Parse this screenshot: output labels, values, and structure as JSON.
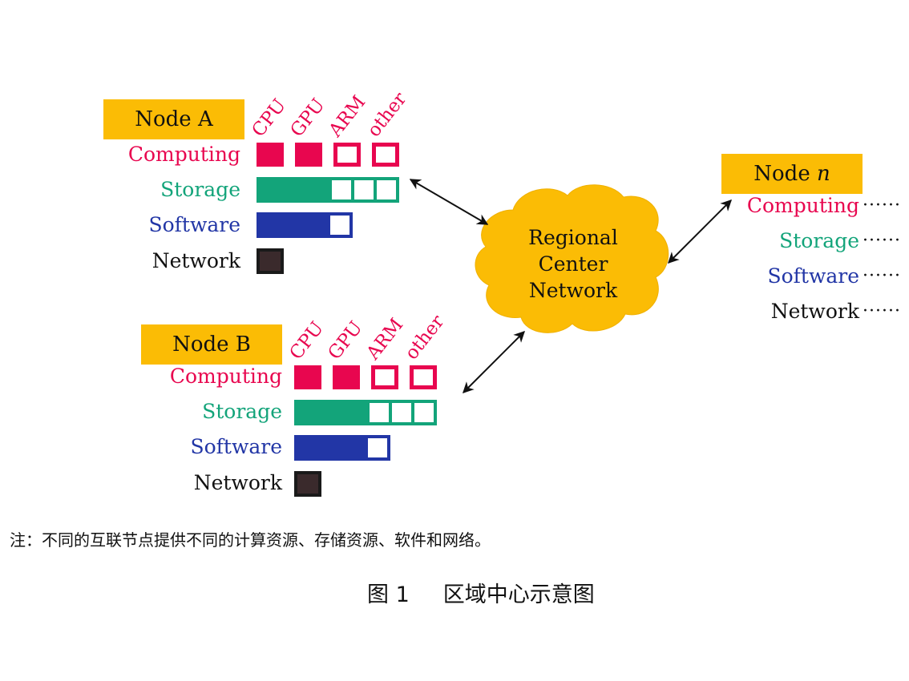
{
  "colors": {
    "node_title_bg": "#fbbc05",
    "computing": "#e8064f",
    "storage": "#13a47a",
    "software": "#2236a6",
    "network": "#111111",
    "cloud": "#fbbc05"
  },
  "column_labels": [
    "CPU",
    "GPU",
    "ARM",
    "other"
  ],
  "node_a": {
    "title": "Node A",
    "resources": {
      "computing": "Computing",
      "storage": "Storage",
      "software": "Software",
      "network": "Network"
    },
    "computing_slots": [
      "filled",
      "filled",
      "empty",
      "empty"
    ],
    "storage_empty_cells": 3,
    "software_empty_cells": 1
  },
  "node_b": {
    "title": "Node B",
    "resources": {
      "computing": "Computing",
      "storage": "Storage",
      "software": "Software",
      "network": "Network"
    },
    "computing_slots": [
      "filled",
      "filled",
      "empty",
      "empty"
    ],
    "storage_empty_cells": 3,
    "software_empty_cells": 1
  },
  "node_n": {
    "title_prefix": "Node ",
    "title_var": "n",
    "resources": {
      "computing": "Computing",
      "storage": "Storage",
      "software": "Software",
      "network": "Network"
    },
    "ellipsis": "······"
  },
  "cloud": {
    "line1": "Regional",
    "line2": "Center",
    "line3": "Network"
  },
  "note": "注：不同的互联节点提供不同的计算资源、存储资源、软件和网络。",
  "caption": {
    "number": "图 1",
    "title": "区域中心示意图"
  }
}
